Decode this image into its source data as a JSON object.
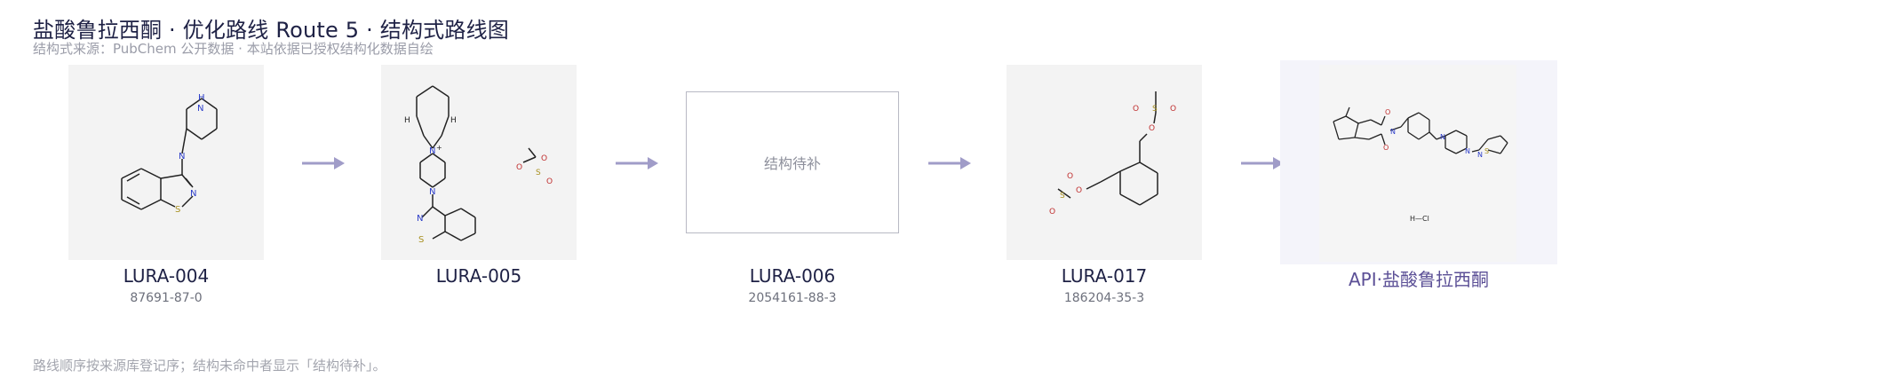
{
  "header": {
    "title": "盐酸鲁拉西酮 · 优化路线 Route 5 · 结构式路线图",
    "subtitle": "结构式来源：PubChem 公开数据 · 本站依据已授权结构化数据自绘"
  },
  "nodes": [
    {
      "code": "LURA-004",
      "cas": "87691-87-0"
    },
    {
      "code": "LURA-005",
      "cas": ""
    },
    {
      "code": "LURA-006",
      "cas": "2054161-88-3",
      "placeholder": "结构待补"
    },
    {
      "code": "LURA-017",
      "cas": "186204-35-3"
    },
    {
      "code": "API·盐酸鲁拉西酮",
      "cas": ""
    }
  ],
  "footer": "路线顺序按来源库登记序；结构未命中者显示「结构待补」。",
  "colors": {
    "arrow": "#a09cc8",
    "api_label": "#5b4f96",
    "card": "#f3f3f3"
  }
}
